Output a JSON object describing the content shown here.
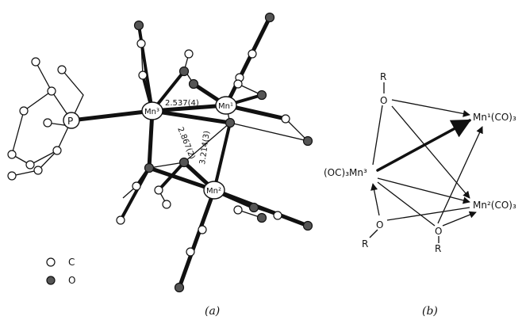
{
  "panel_a": {
    "caption": "(a)",
    "atoms": {
      "mn1": "Mn¹",
      "mn2": "Mn²",
      "mn3": "Mn³",
      "p": "P"
    },
    "distances": {
      "mn3_mn1": "2.537(4)",
      "mn3_mn2": "2.867(2)",
      "mn1_mn2": "3.214(3)"
    },
    "legend": [
      {
        "symbol": "C",
        "label": "C"
      },
      {
        "symbol": "O",
        "label": "O"
      }
    ]
  },
  "panel_b": {
    "caption": "(b)",
    "labels": {
      "r_top": "R",
      "o_top": "O",
      "mn1": "Mn¹(CO)₃",
      "mn3": "(OC)₃Mn³",
      "mn2": "Mn²(CO)₃",
      "o_left": "O",
      "r_left": "R",
      "o_bottom": "O",
      "r_bottom": "R"
    }
  }
}
